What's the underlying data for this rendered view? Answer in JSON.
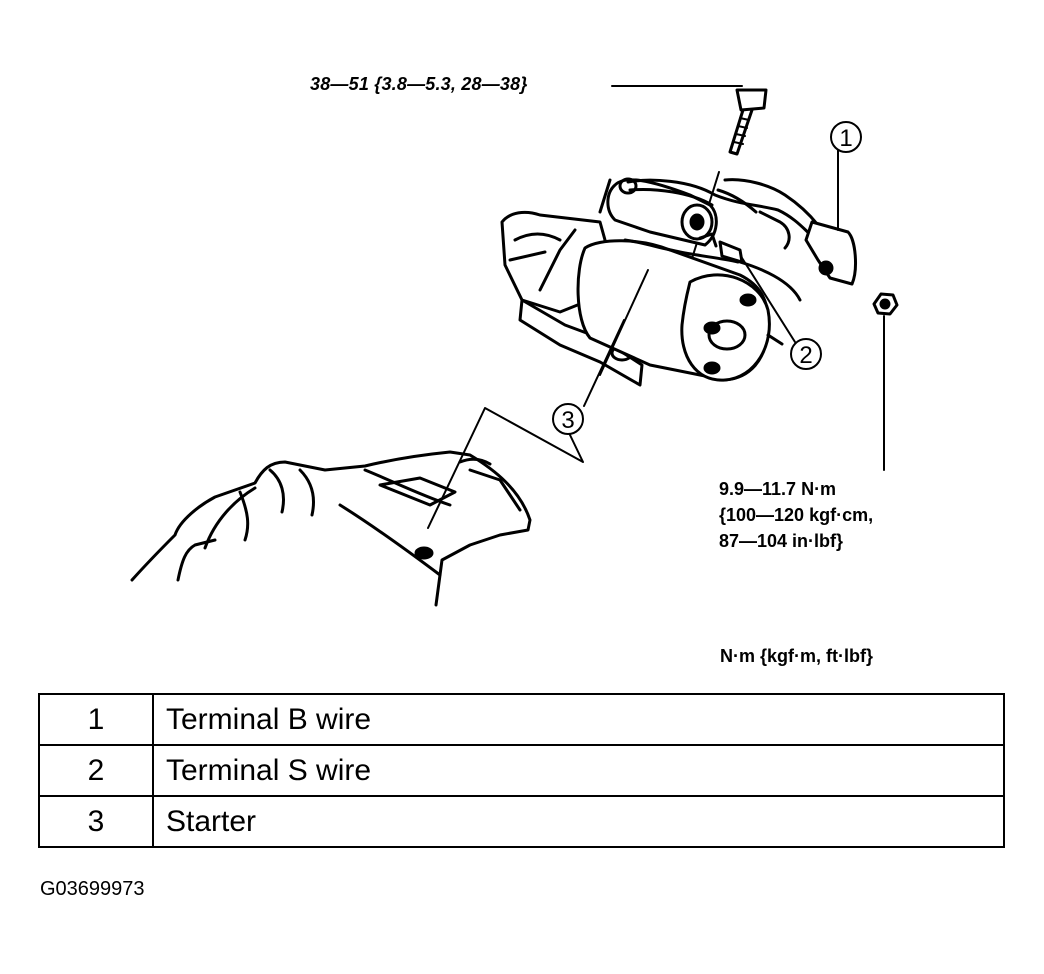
{
  "torque_bolt": "38—51 {3.8—5.3, 28—38}",
  "torque_nut": {
    "line1": "9.9—11.7 N·m",
    "line2": "{100—120 kgf·cm,",
    "line3": "87—104 in·lbf}"
  },
  "callouts": [
    "1",
    "2",
    "3"
  ],
  "units_label": "N·m {kgf·m, ft·lbf}",
  "parts": [
    {
      "number": "1",
      "name": "Terminal B wire"
    },
    {
      "number": "2",
      "name": "Terminal S wire"
    },
    {
      "number": "3",
      "name": "Starter"
    }
  ],
  "figure_id": "G03699973"
}
